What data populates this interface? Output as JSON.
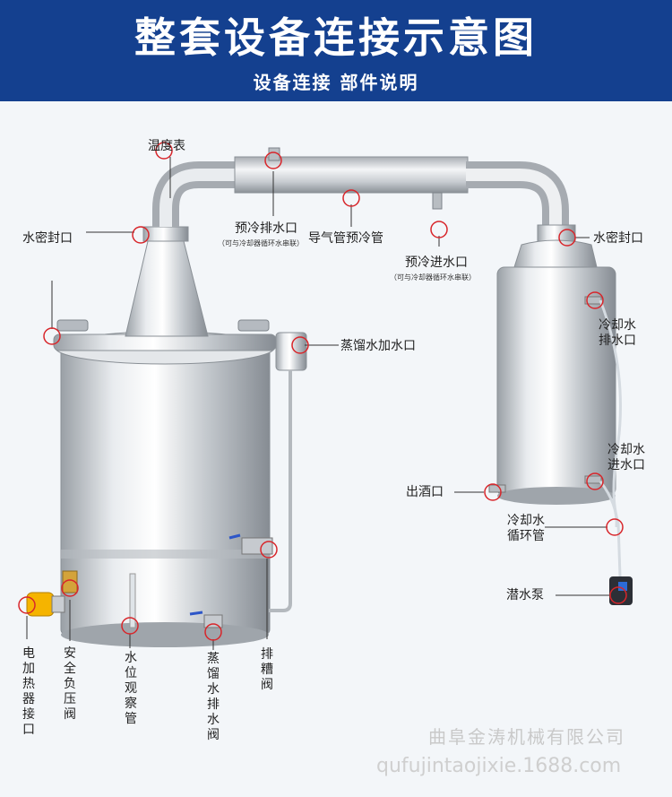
{
  "header": {
    "title": "整套设备连接示意图",
    "subtitle": "设备连接  部件说明"
  },
  "labels": {
    "thermometer": "温度表",
    "water_seal_left": "水密封口",
    "precool_drain": "预冷排水口",
    "precool_drain_note": "（可与冷却器循环水串联）",
    "gas_pipe": "导气管预冷管",
    "precool_inlet": "预冷进水口",
    "precool_inlet_note": "（可与冷却器循环水串联）",
    "water_seal_right": "水密封口",
    "cooling_drain": "冷却水排水口",
    "distilled_fill": "蒸馏水加水口",
    "cooling_inlet": "冷却水进水口",
    "liquor_outlet": "出酒口",
    "cooling_pipe": "冷却水循环管",
    "pump": "潜水泵",
    "heater_port": "电加热器接口",
    "safety_valve": "安全负压阀",
    "level_tube": "水位观察管",
    "distilled_drain": "蒸馏水排水阀",
    "residue_valve": "排糟阀"
  },
  "watermark": {
    "company": "曲阜金涛机械有限公司",
    "url": "qufujintaojixie.1688.com"
  },
  "colors": {
    "banner": "#14408f",
    "marker": "#d8262b",
    "steel": "#c8ccd0"
  }
}
